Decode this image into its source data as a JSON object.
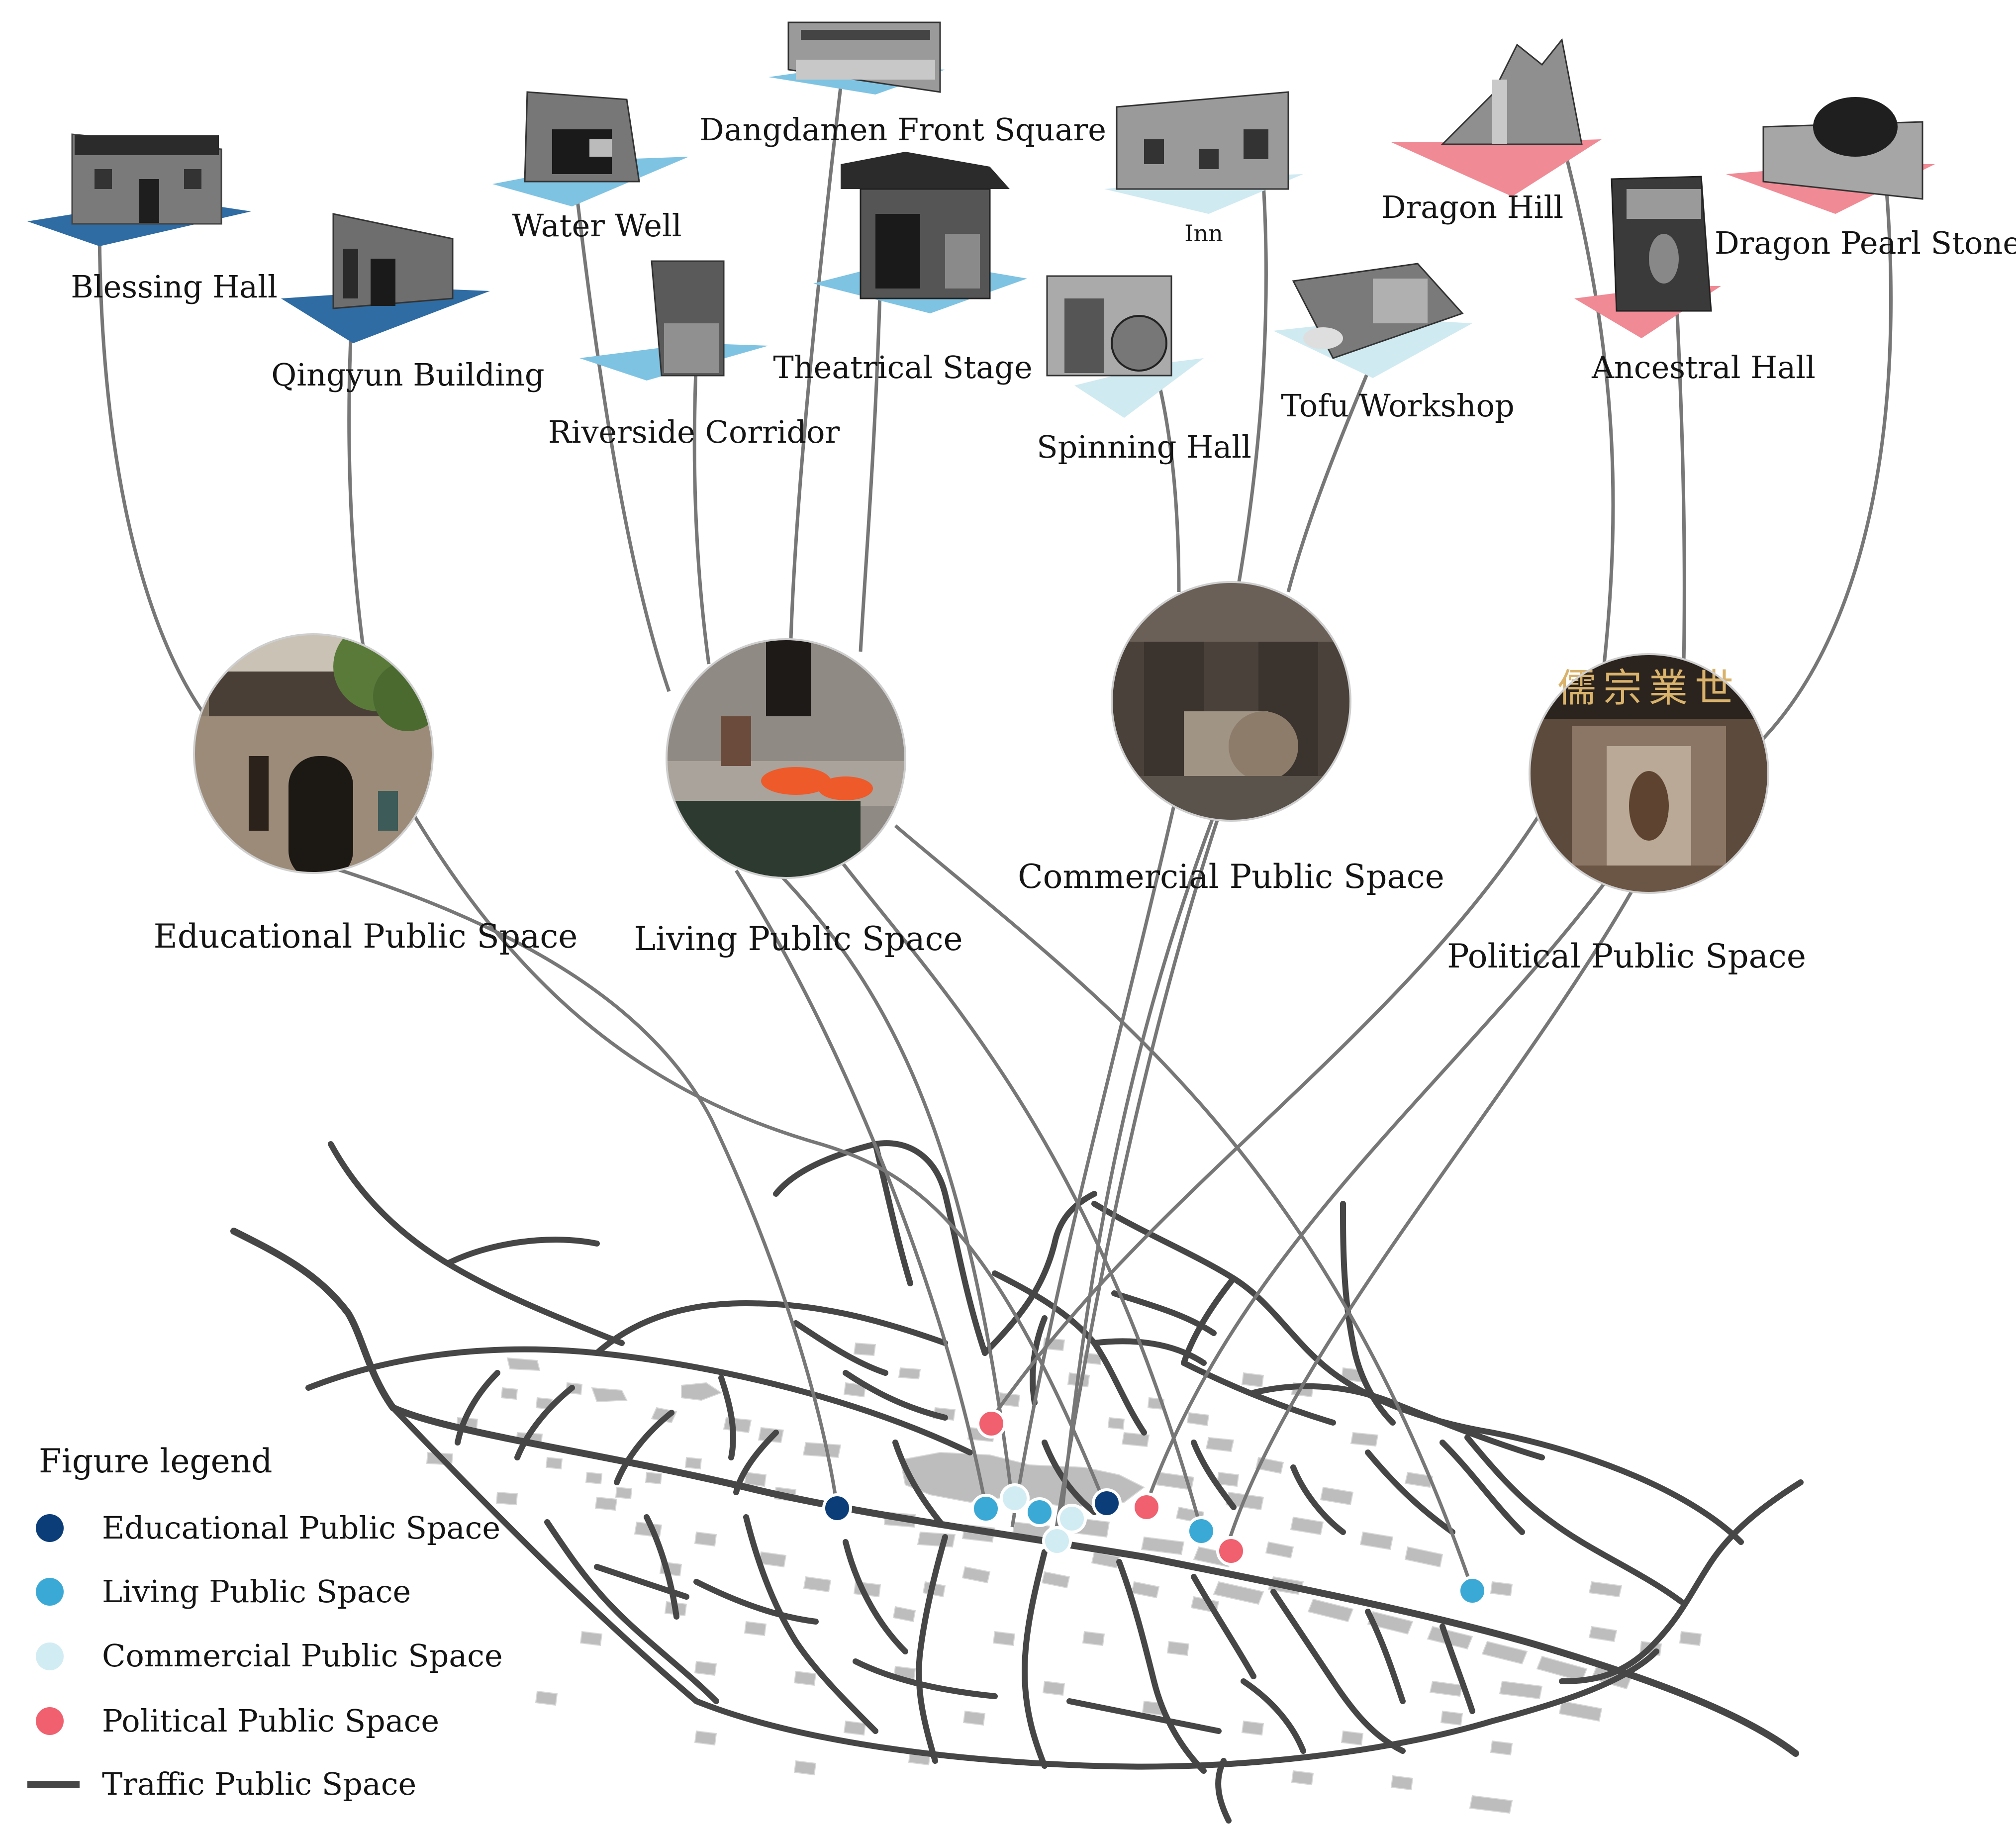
{
  "figure": {
    "sites": [
      {
        "id": "blessing-hall",
        "label": "Blessing Hall",
        "category": "educational"
      },
      {
        "id": "qingyun-building",
        "label": "Qingyun Building",
        "category": "educational"
      },
      {
        "id": "water-well",
        "label": "Water Well",
        "category": "living"
      },
      {
        "id": "riverside-corridor",
        "label": "Riverside Corridor",
        "category": "living"
      },
      {
        "id": "dangdamen-front-square",
        "label": "Dangdamen Front Square",
        "category": "living"
      },
      {
        "id": "theatrical-stage",
        "label": "Theatrical Stage",
        "category": "living"
      },
      {
        "id": "inn",
        "label": "Inn",
        "category": "commercial"
      },
      {
        "id": "spinning-hall",
        "label": "Spinning Hall",
        "category": "commercial"
      },
      {
        "id": "tofu-workshop",
        "label": "Tofu Workshop",
        "category": "commercial"
      },
      {
        "id": "dragon-hill",
        "label": "Dragon Hill",
        "category": "political"
      },
      {
        "id": "ancestral-hall",
        "label": "Ancestral Hall",
        "category": "political"
      },
      {
        "id": "dragon-pearl-stone",
        "label": "Dragon Pearl Stone",
        "category": "political"
      }
    ],
    "hubs": [
      {
        "id": "educational",
        "label": "Educational Public Space"
      },
      {
        "id": "living",
        "label": "Living Public Space"
      },
      {
        "id": "commercial",
        "label": "Commercial Public Space"
      },
      {
        "id": "political",
        "label": "Political Public Space"
      }
    ],
    "plaque_text": "儒宗業世",
    "legend": {
      "title": "Figure legend",
      "items": [
        {
          "label": "Educational Public Space",
          "color": "#0b3d78",
          "kind": "dot"
        },
        {
          "label": "Living Public Space",
          "color": "#3aa9d6",
          "kind": "dot"
        },
        {
          "label": "Commercial Public Space",
          "color": "#d2ecf3",
          "kind": "dot"
        },
        {
          "label": "Political Public Space",
          "color": "#f0606e",
          "kind": "dot"
        },
        {
          "label": "Traffic Public Space",
          "color": "#464646",
          "kind": "line"
        }
      ]
    },
    "colors": {
      "educational": "#0b3d78",
      "educational_plane": "#2f6ca3",
      "living": "#3aa9d6",
      "living_plane": "#7fc3e3",
      "commercial": "#d2ecf3",
      "commercial_plane": "#cfeaf1",
      "political": "#f0606e",
      "political_plane": "#f08a95",
      "link_line": "#777777",
      "road": "#464646",
      "building": "#bdbdbd"
    }
  }
}
